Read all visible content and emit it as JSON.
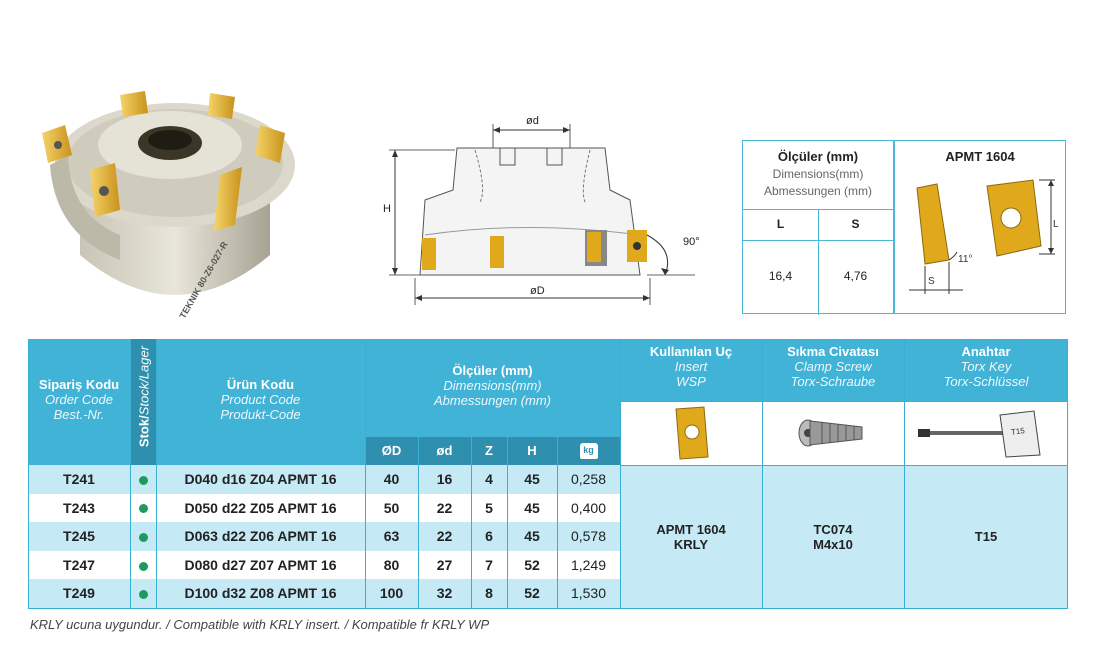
{
  "drawing": {
    "od": "ød",
    "oD": "øD",
    "H": "H",
    "angle": "90°",
    "brand": "TEKNIK",
    "part_code": "80-Z6-027-R"
  },
  "dimensions_box": {
    "title": "Ölçüler (mm)",
    "title_en": "Dimensions(mm)",
    "title_de": "Abmessungen (mm)",
    "col_L": "L",
    "col_S": "S",
    "val_L": "16,4",
    "val_S": "4,76",
    "insert_title": "APMT 1604",
    "insert_L": "L",
    "insert_S": "S",
    "insert_angle": "11°"
  },
  "table": {
    "headers": {
      "order_code": [
        "Sipariş Kodu",
        "Order Code",
        "Best.-Nr."
      ],
      "stock": [
        "Stok/",
        "Stock/Lager"
      ],
      "product_code": [
        "Ürün Kodu",
        "Product Code",
        "Produkt-Code"
      ],
      "dimensions": [
        "Ölçüler (mm)",
        "Dimensions(mm)",
        "Abmessungen (mm)"
      ],
      "insert": [
        "Kullanılan Uç",
        "Insert",
        "WSP"
      ],
      "screw": [
        "Sıkma Civatası",
        "Clamp Screw",
        "Torx-Schraube"
      ],
      "key": [
        "Anahtar",
        "Torx Key",
        "Torx-Schlüssel"
      ]
    },
    "sub_headers": {
      "OD": "ØD",
      "od": "ød",
      "Z": "Z",
      "H": "H",
      "weight_unit": "kg"
    },
    "rows": [
      {
        "code": "T241",
        "product": "D040 d16 Z04 APMT 16",
        "OD": "40",
        "od": "16",
        "Z": "4",
        "H": "45",
        "kg": "0,258"
      },
      {
        "code": "T243",
        "product": "D050 d22 Z05 APMT 16",
        "OD": "50",
        "od": "22",
        "Z": "5",
        "H": "45",
        "kg": "0,400"
      },
      {
        "code": "T245",
        "product": "D063 d22 Z06 APMT 16",
        "OD": "63",
        "od": "22",
        "Z": "6",
        "H": "45",
        "kg": "0,578"
      },
      {
        "code": "T247",
        "product": "D080 d27 Z07 APMT 16",
        "OD": "80",
        "od": "27",
        "Z": "7",
        "H": "52",
        "kg": "1,249"
      },
      {
        "code": "T249",
        "product": "D100 d32 Z08 APMT 16",
        "OD": "100",
        "od": "32",
        "Z": "8",
        "H": "52",
        "kg": "1,530"
      }
    ],
    "insert_value": [
      "APMT 1604",
      "KRLY"
    ],
    "screw_value": [
      "TC074",
      "M4x10"
    ],
    "key_value": "T15",
    "key_label": "T15"
  },
  "footnote": "KRLY ucuna uygundur. / Compatible with KRLY insert. / Kompatible fr KRLY WP",
  "colors": {
    "accent": "#40b3d7",
    "accent_dark": "#2f8fae",
    "row_alt": "#c5e9f5",
    "stock_dot": "#1e9a5e",
    "insert_gold": "#e0a81b"
  }
}
